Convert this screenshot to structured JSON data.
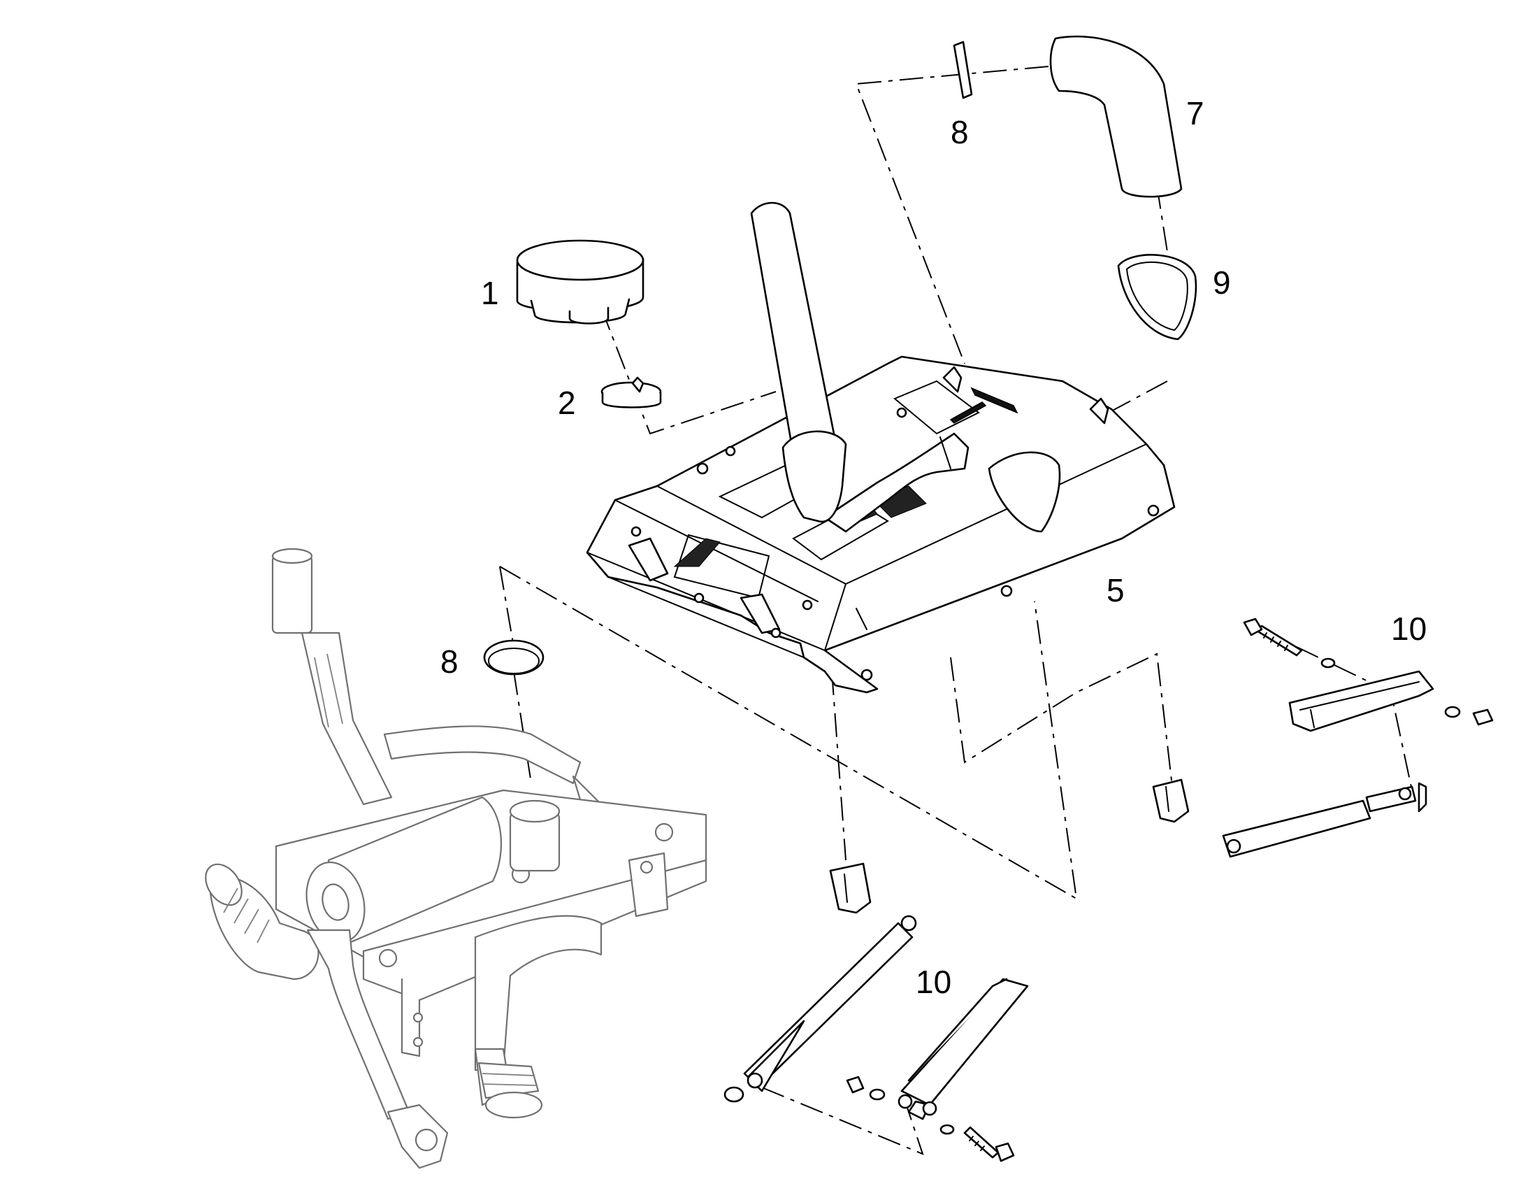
{
  "callouts": [
    {
      "id": "c1",
      "text": "1"
    },
    {
      "id": "c2",
      "text": "2"
    },
    {
      "id": "c5",
      "text": "5"
    },
    {
      "id": "c7",
      "text": "7"
    },
    {
      "id": "c8a",
      "text": "8"
    },
    {
      "id": "c8b",
      "text": "8"
    },
    {
      "id": "c9",
      "text": "9"
    },
    {
      "id": "c10a",
      "text": "10"
    },
    {
      "id": "c10b",
      "text": "10"
    }
  ],
  "colors": {
    "line": "#000000",
    "context_line": "#707070",
    "background": "#ffffff"
  }
}
